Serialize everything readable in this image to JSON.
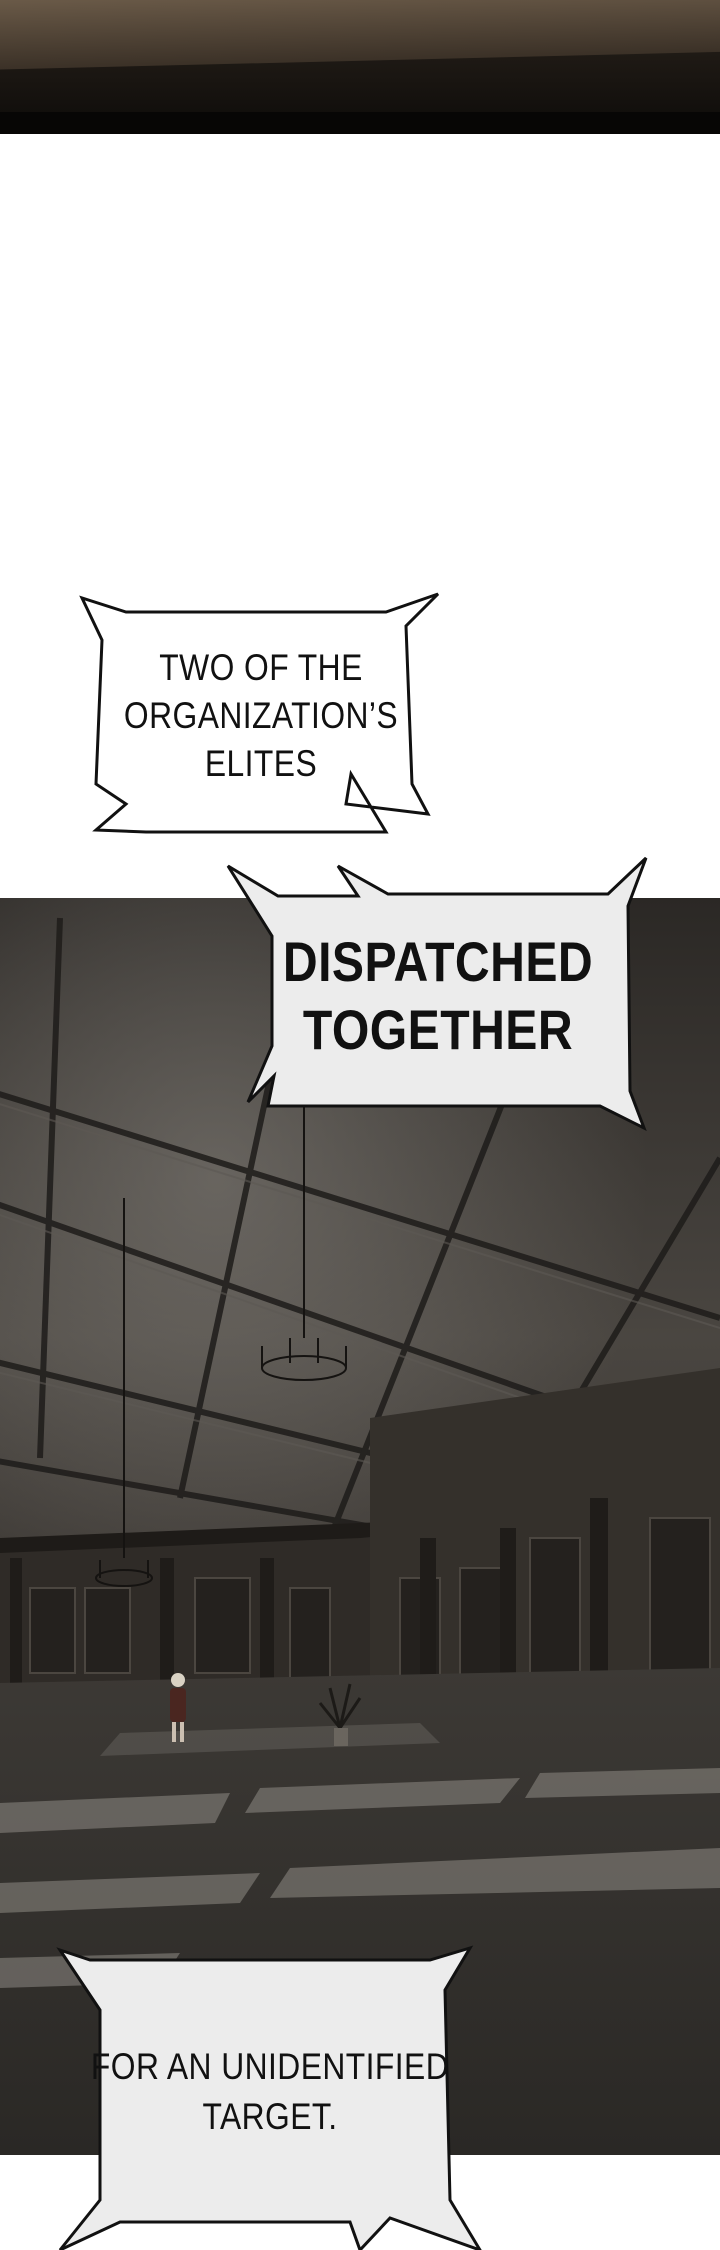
{
  "bubbles": {
    "first": {
      "line1": "TWO OF THE",
      "line2": "ORGANIZATION’S",
      "line3": "ELITES"
    },
    "second": {
      "line1": "DISPATCHED",
      "line2": "TOGETHER"
    },
    "third": {
      "line1": "FOR AN UNIDENTIFIED",
      "line2": "TARGET."
    }
  },
  "colors": {
    "bubble_fill": "#ffffff",
    "bubble_fill_grey": "#ececec",
    "bubble_stroke": "#111111",
    "hall_dark": "#2a2724"
  }
}
